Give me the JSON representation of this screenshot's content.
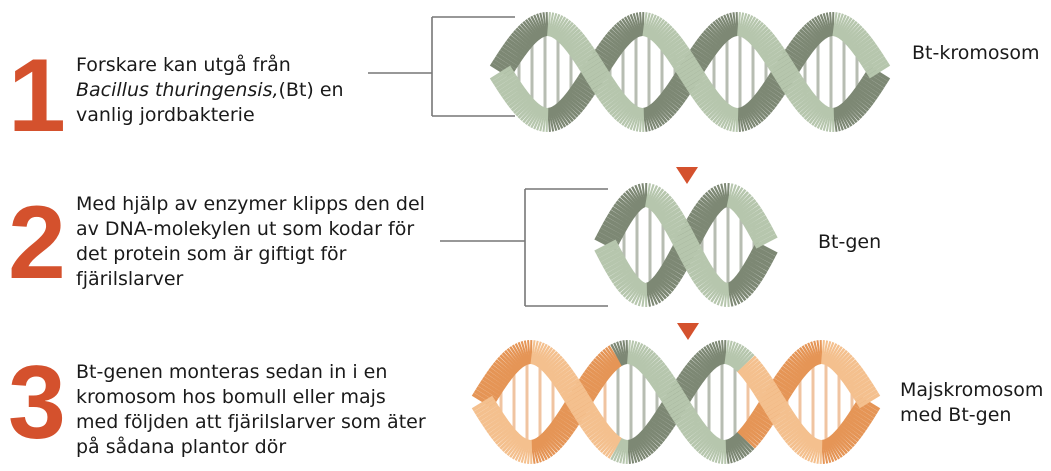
{
  "steps": [
    {
      "number": "1",
      "lines": [
        "Forskare kan utgå från"
      ],
      "line2_italic": "Bacillus thuringensis,",
      "line2_rest": "(Bt) en",
      "line3": "vanlig jordbakterie"
    },
    {
      "number": "2",
      "lines": [
        "Med hjälp av enzymer klipps den del",
        "av DNA-molekylen ut som kodar för",
        "det protein som är giftigt för",
        "fjärilslarver"
      ]
    },
    {
      "number": "3",
      "lines": [
        "Bt-genen monteras sedan in i en",
        "kromosom hos bomull eller majs",
        "med följden att fjärilslarver som äter",
        "på sådana plantor dör"
      ]
    }
  ],
  "labels": {
    "bt_kromosom": "Bt-kromosom",
    "bt_gen": "Bt-gen",
    "majs_line1": "Majskromosom",
    "majs_line2": "med Bt-gen"
  },
  "colors": {
    "number": "#d4512d",
    "arrow": "#d4512d",
    "dna_green_light": "#b6c6ad",
    "dna_green_dark": "#7d8874",
    "dna_orange_light": "#f4c08e",
    "dna_orange_dark": "#e59556",
    "rung": "#ffffff",
    "bracket": "#777777"
  }
}
